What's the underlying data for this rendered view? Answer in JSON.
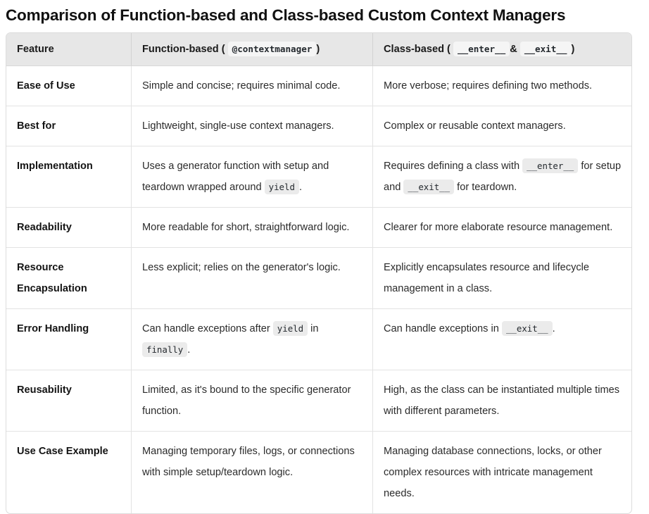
{
  "page_title": "Comparison of Function-based and Class-based Custom Context Managers",
  "table": {
    "headers": [
      {
        "label": "Feature",
        "code": null,
        "suffix": null
      },
      {
        "label": "Function-based",
        "paren_open": "(",
        "code": "@contextmanager",
        "paren_close": ")"
      },
      {
        "label": "Class-based",
        "paren_open": "(",
        "code": "__enter__",
        "amp": "&",
        "code2": "__exit__",
        "paren_close": ")"
      }
    ],
    "rows": [
      {
        "feature": "Ease of Use",
        "function_based": "Simple and concise; requires minimal code.",
        "class_based": "More verbose; requires defining two methods."
      },
      {
        "feature": "Best for",
        "function_based": "Lightweight, single-use context managers.",
        "class_based": "Complex or reusable context managers."
      },
      {
        "feature": "Implementation",
        "function_based_pre": "Uses a generator function with setup and teardown wrapped around",
        "function_based_code": "yield",
        "function_based_post": ".",
        "class_based_pre": "Requires defining a class with",
        "class_based_code": "__enter__",
        "class_based_mid": "for setup and",
        "class_based_code2": "__exit__",
        "class_based_post": "for teardown."
      },
      {
        "feature": "Readability",
        "function_based": "More readable for short, straightforward logic.",
        "class_based": "Clearer for more elaborate resource management."
      },
      {
        "feature": "Resource Encapsulation",
        "function_based": "Less explicit; relies on the generator's logic.",
        "class_based": "Explicitly encapsulates resource and lifecycle management in a class."
      },
      {
        "feature": "Error Handling",
        "function_based_pre": "Can handle exceptions after",
        "function_based_code": "yield",
        "function_based_mid": "in",
        "function_based_code2": "finally",
        "function_based_post": ".",
        "class_based_pre": "Can handle exceptions in",
        "class_based_code": "__exit__",
        "class_based_post": "."
      },
      {
        "feature": "Reusability",
        "function_based": "Limited, as it's bound to the specific generator function.",
        "class_based": "High, as the class can be instantiated multiple times with different parameters."
      },
      {
        "feature": "Use Case Example",
        "function_based": "Managing temporary files, logs, or connections with simple setup/teardown logic.",
        "class_based": "Managing database connections, locks, or other complex resources with intricate management needs."
      }
    ]
  }
}
